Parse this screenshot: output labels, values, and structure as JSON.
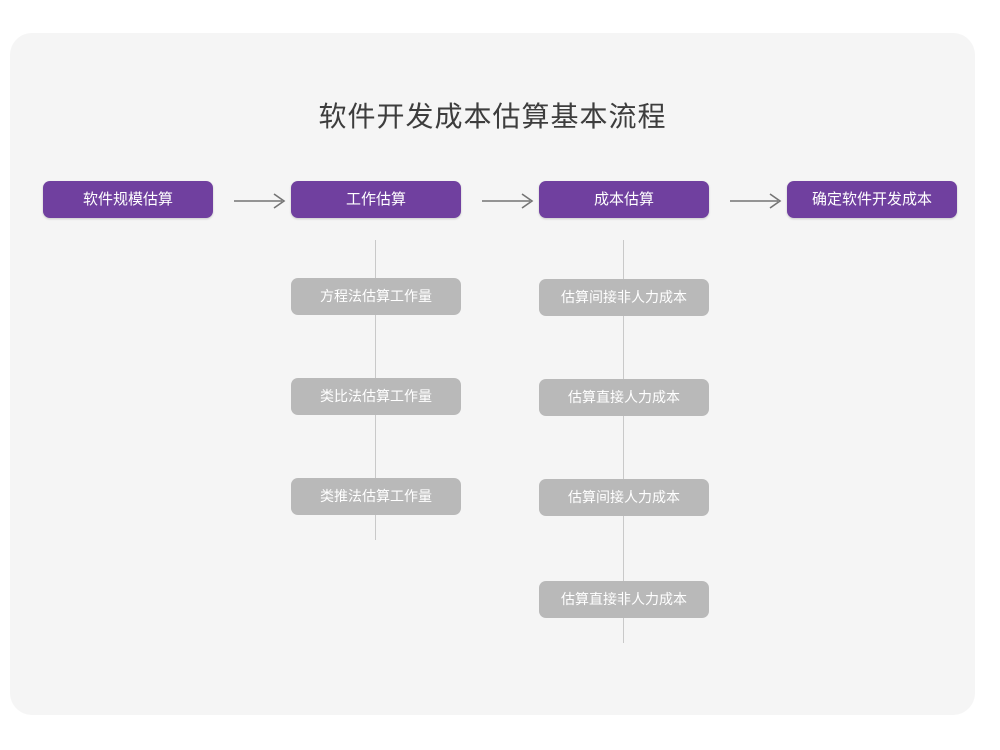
{
  "page": {
    "title": "软件开发成本估算基本流程",
    "background_color": "#ffffff",
    "card_color": "#f5f5f5"
  },
  "theme": {
    "primary_color": "#70409f",
    "sub_color": "#b9b9b9",
    "line_color": "#c9c9c9",
    "title_color": "#3d3d3d",
    "node_text_color": "#ffffff"
  },
  "chart_data": {
    "type": "diagram",
    "title": "软件开发成本估算基本流程",
    "orientation": "left-to-right with vertical sub-branches",
    "stages": [
      {
        "id": "stage-1",
        "label": "软件规模估算",
        "substeps": []
      },
      {
        "id": "stage-2",
        "label": "工作估算",
        "substeps": [
          "方程法估算工作量",
          "类比法估算工作量",
          "类推法估算工作量"
        ]
      },
      {
        "id": "stage-3",
        "label": "成本估算",
        "substeps": [
          "估算间接非人力成本",
          "估算直接人力成本",
          "估算间接人力成本",
          "估算直接非人力成本"
        ]
      },
      {
        "id": "stage-4",
        "label": "确定软件开发成本",
        "substeps": []
      }
    ],
    "connectors": [
      {
        "from": "stage-1",
        "to": "stage-2",
        "style": "arrow-right"
      },
      {
        "from": "stage-2",
        "to": "stage-3",
        "style": "arrow-right"
      },
      {
        "from": "stage-3",
        "to": "stage-4",
        "style": "arrow-right"
      }
    ]
  },
  "nodes": {
    "stage1": "软件规模估算",
    "stage2": "工作估算",
    "stage3": "成本估算",
    "stage4": "确定软件开发成本",
    "sub2_1": "方程法估算工作量",
    "sub2_2": "类比法估算工作量",
    "sub2_3": "类推法估算工作量",
    "sub3_1": "估算间接非人力成本",
    "sub3_2": "估算直接人力成本",
    "sub3_3": "估算间接人力成本",
    "sub3_4": "估算直接非人力成本"
  }
}
